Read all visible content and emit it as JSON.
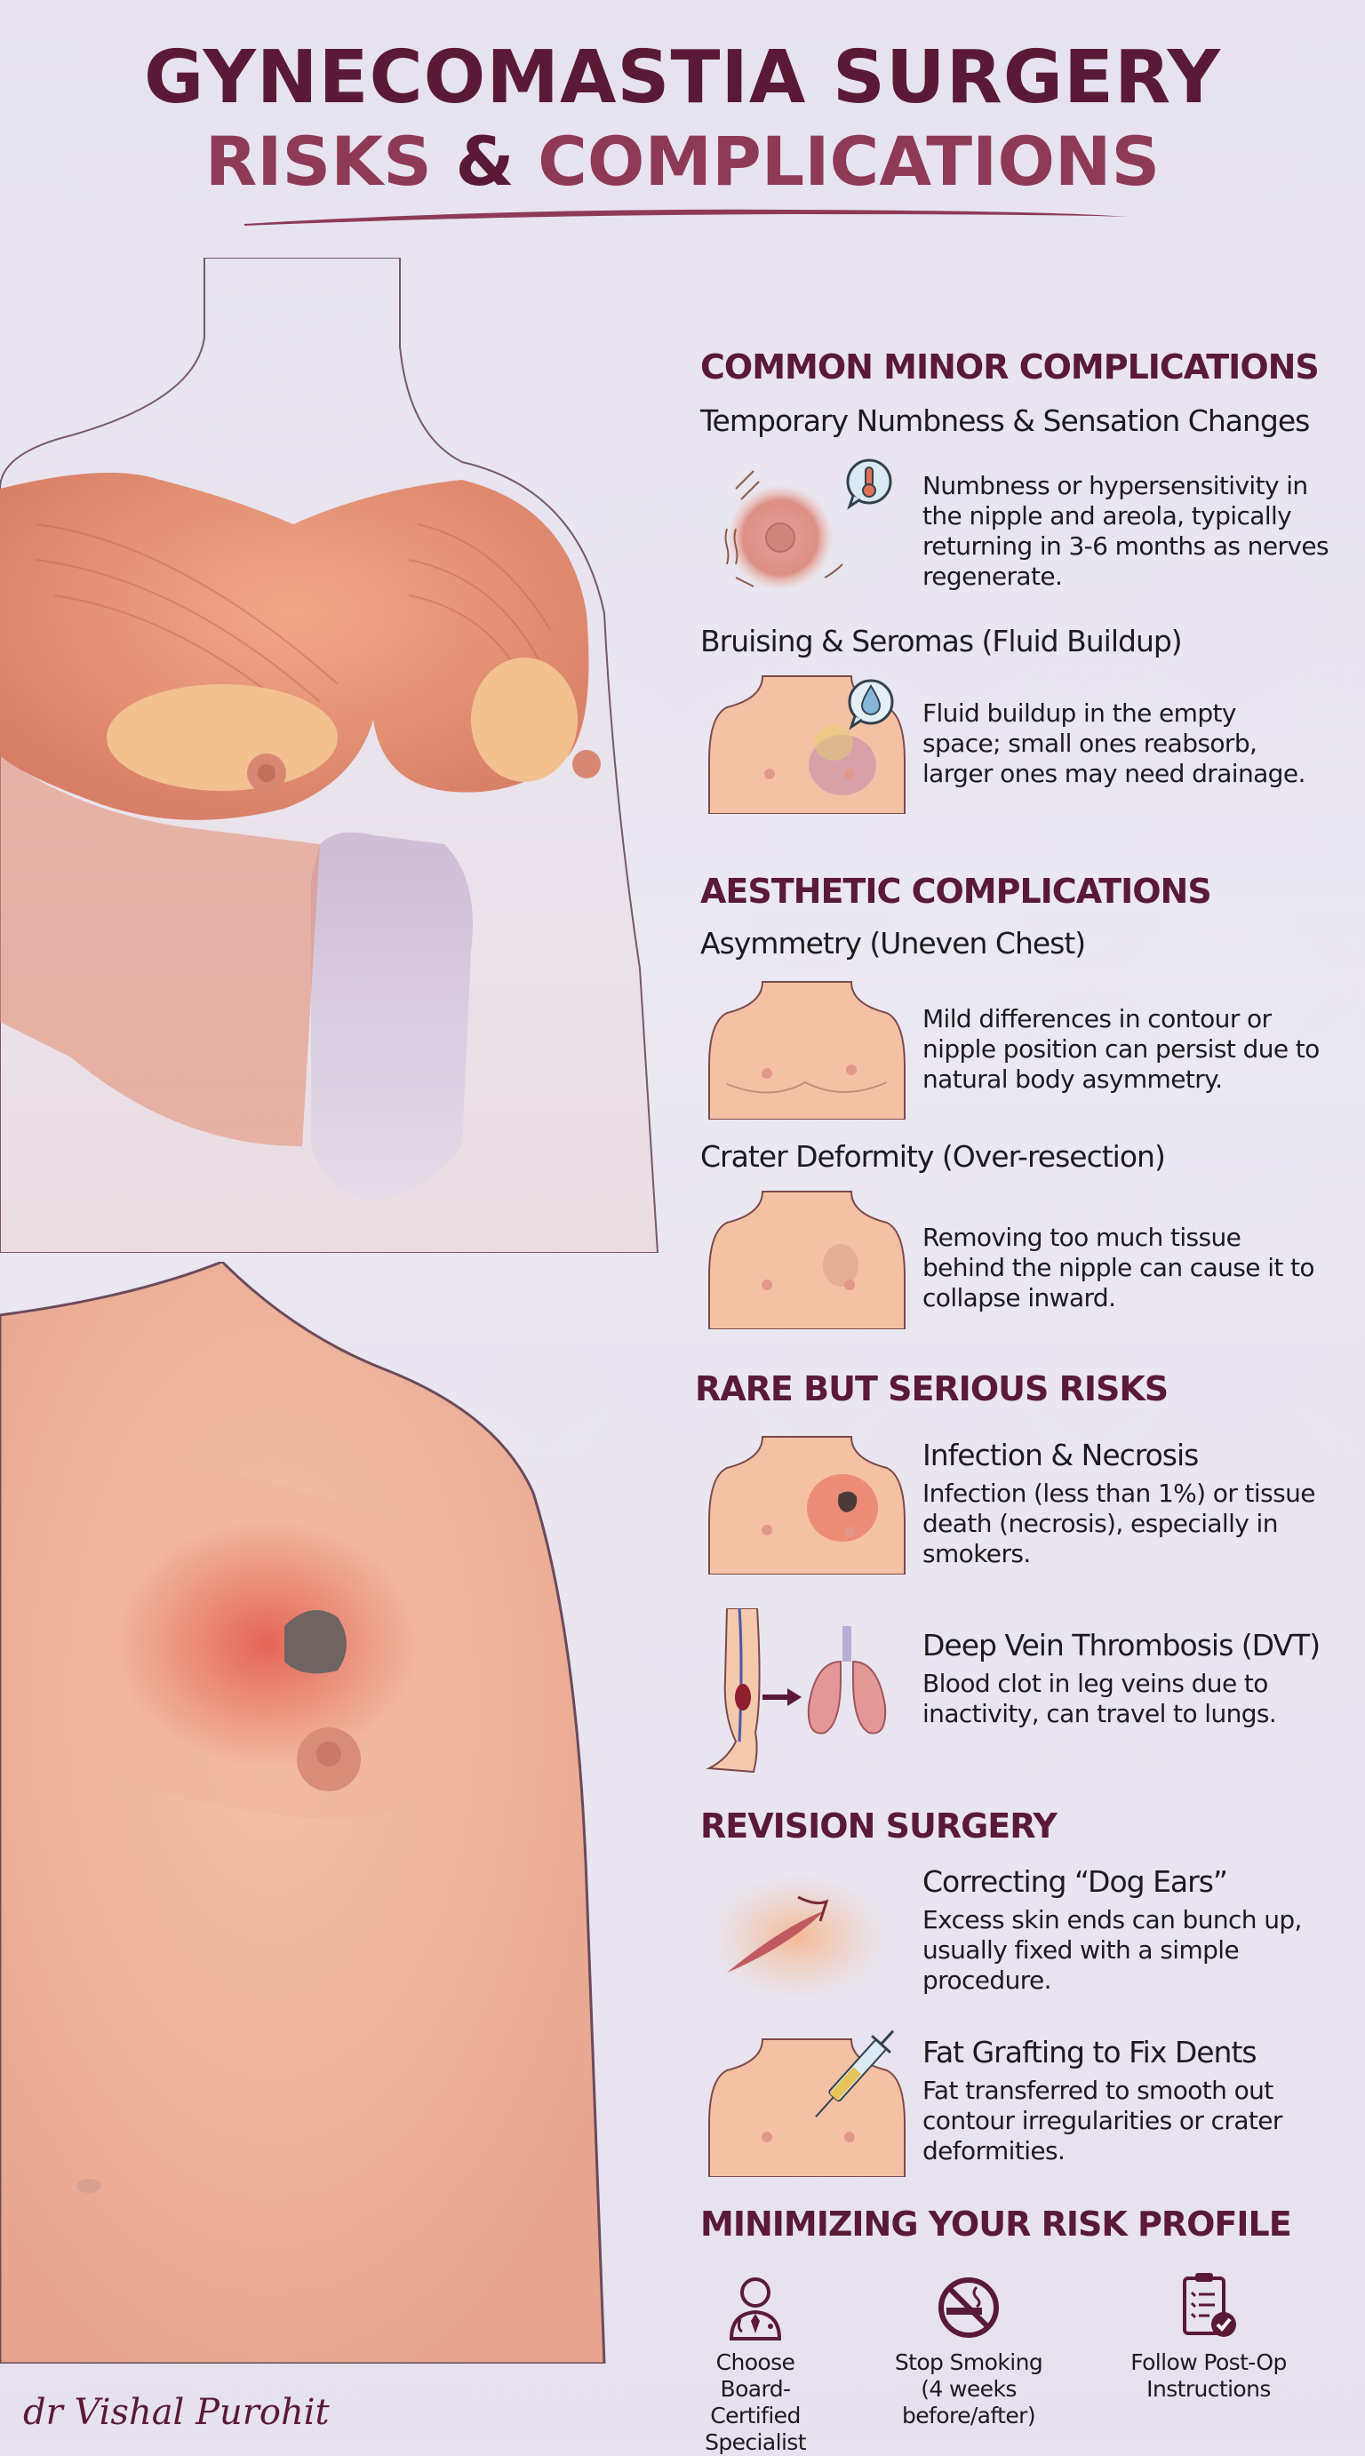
{
  "header": {
    "title_line1": "GYNECOMASTIA SURGERY",
    "title_line2_part1": "RISKS ",
    "title_line2_amp": "&",
    "title_line2_part2": " COMPLICATIONS"
  },
  "colors": {
    "primary_dark": "#5a1a35",
    "primary_light": "#8e3a57",
    "background": "#e9e5f0",
    "text": "#1d1a1f"
  },
  "sections": [
    {
      "heading": "COMMON MINOR COMPLICATIONS",
      "items": [
        {
          "title": "Temporary Numbness & Sensation Changes",
          "icon": "thermometer-speech-bubble-icon",
          "lines": [
            "Numbness or hypersensitivity in",
            "the nipple and areola, typically",
            "returning in 3-6 months as nerves",
            "regenerate."
          ]
        },
        {
          "title": "Bruising & Seromas (Fluid Buildup)",
          "icon": "water-drop-speech-bubble-icon",
          "lines": [
            "Fluid buildup in the empty",
            "space; small ones reabsorb,",
            "larger ones may need drainage."
          ]
        }
      ]
    },
    {
      "heading": "AESTHETIC COMPLICATIONS",
      "items": [
        {
          "title": "Asymmetry (Uneven Chest)",
          "lines": [
            "Mild differences in contour or",
            "nipple position can persist due to",
            "natural body asymmetry."
          ]
        },
        {
          "title": "Crater Deformity (Over-resection)",
          "lines": [
            "Removing too much tissue",
            "behind the nipple can cause it to",
            "collapse inward."
          ]
        }
      ]
    },
    {
      "heading": "RARE BUT SERIOUS RISKS",
      "items": [
        {
          "title": "Infection & Necrosis",
          "lines": [
            "Infection (less than 1%) or tissue",
            "death (necrosis), especially in",
            "smokers."
          ]
        },
        {
          "title": "Deep Vein Thrombosis (DVT)",
          "lines": [
            "Blood clot in leg veins due to",
            "inactivity, can travel to lungs."
          ]
        }
      ]
    },
    {
      "heading": "REVISION SURGERY",
      "items": [
        {
          "title": "Correcting “Dog Ears”",
          "lines": [
            "Excess skin ends can bunch up,",
            "usually fixed with a simple",
            "procedure."
          ]
        },
        {
          "title": "Fat Grafting to Fix Dents",
          "lines": [
            "Fat transferred to smooth out",
            "contour irregularities or crater",
            "deformities."
          ]
        }
      ]
    },
    {
      "heading": "MINIMIZING YOUR RISK PROFILE",
      "tips": [
        {
          "icon": "doctor-icon",
          "lines": [
            "Choose",
            "Board-Certified",
            "Specialist"
          ]
        },
        {
          "icon": "no-smoking-icon",
          "lines": [
            "Stop Smoking",
            "(4 weeks before/after)"
          ]
        },
        {
          "icon": "clipboard-check-icon",
          "lines": [
            "Follow Post-Op",
            "Instructions"
          ]
        }
      ]
    }
  ],
  "footer": {
    "signature": "dr Vishal Purohit"
  }
}
